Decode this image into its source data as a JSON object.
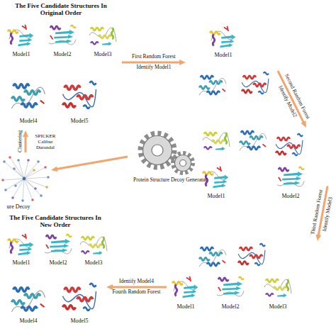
{
  "diagram": {
    "nodes": [
      {
        "text": [
          "The Five Candidate Structures In Original Order",
          "Model1",
          "Model2",
          "Model3",
          "Model4",
          "Model5"
        ]
      },
      {
        "text": [
          "Model1"
        ]
      },
      {
        "text": [
          "Model1",
          "Model2"
        ]
      },
      {
        "text": [
          "Model1",
          "Model2",
          "Model3"
        ]
      },
      {
        "text": [
          "The Five Candidate Structures In New Order",
          "Model1",
          "Model2",
          "Model3",
          "Model4",
          "Model5"
        ]
      },
      {
        "text": [
          "Protein Structure Decoy Generator"
        ]
      },
      {
        "text": [
          "ure Decoy"
        ]
      }
    ],
    "edges": [
      {
        "from": 0,
        "to": 1,
        "arrow": "to",
        "label": "First Random Forest"
      },
      {
        "from": 1,
        "to": 2,
        "arrow": "to",
        "label": "Second Random Forest"
      },
      {
        "from": 2,
        "to": 3,
        "arrow": "to",
        "label": "Third Random Forest"
      },
      {
        "from": 3,
        "to": 4,
        "arrow": "to",
        "label": "Fourth Random Forest"
      },
      {
        "from": 5,
        "to": 6,
        "arrow": "to"
      },
      {
        "from": 6,
        "to": 0,
        "arrow": "to",
        "label": "Clustering"
      }
    ],
    "labels": [
      "Identify Model1",
      "Identify Model2",
      "Identify Model3",
      "Identify Model4",
      "SPICKER Calibur Durandal"
    ]
  }
}
